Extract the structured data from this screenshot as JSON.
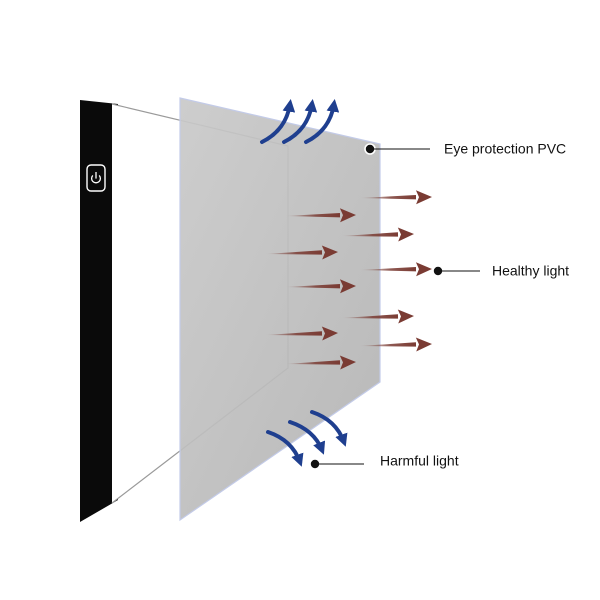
{
  "labels": {
    "eye_protection": "Eye protection PVC",
    "healthy_light": "Healthy light",
    "harmful_light": "Harmful light"
  },
  "colors": {
    "healthy_arrow": "#7a3b33",
    "harmful_arrow": "#1f3f8f",
    "pvc_sheet": "#b9b9b9",
    "pad_frame": "#0a0a0a",
    "pad_screen": "#ffffff"
  },
  "icons": {
    "power_button": "power-icon"
  }
}
